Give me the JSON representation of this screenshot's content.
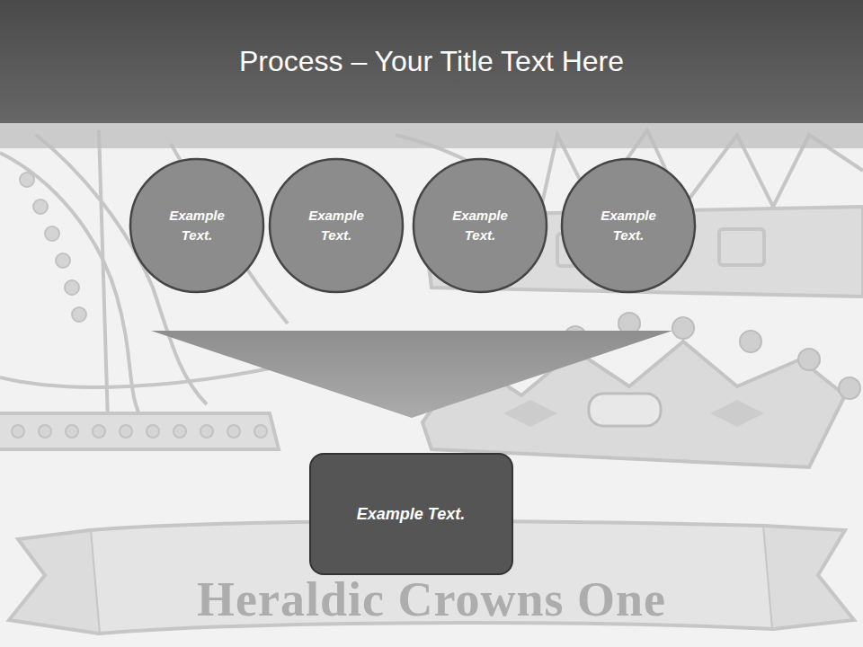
{
  "diagram": {
    "title": "Process – Your Title Text Here",
    "nodes": [
      {
        "text": [
          "Example Text."
        ]
      },
      {
        "text": [
          "Example Text."
        ]
      },
      {
        "text": [
          "Example Text."
        ]
      },
      {
        "text": [
          "Example Text."
        ]
      },
      {
        "text": [
          "Example Text."
        ]
      }
    ],
    "labels": [
      "Heraldic Crowns One"
    ]
  }
}
